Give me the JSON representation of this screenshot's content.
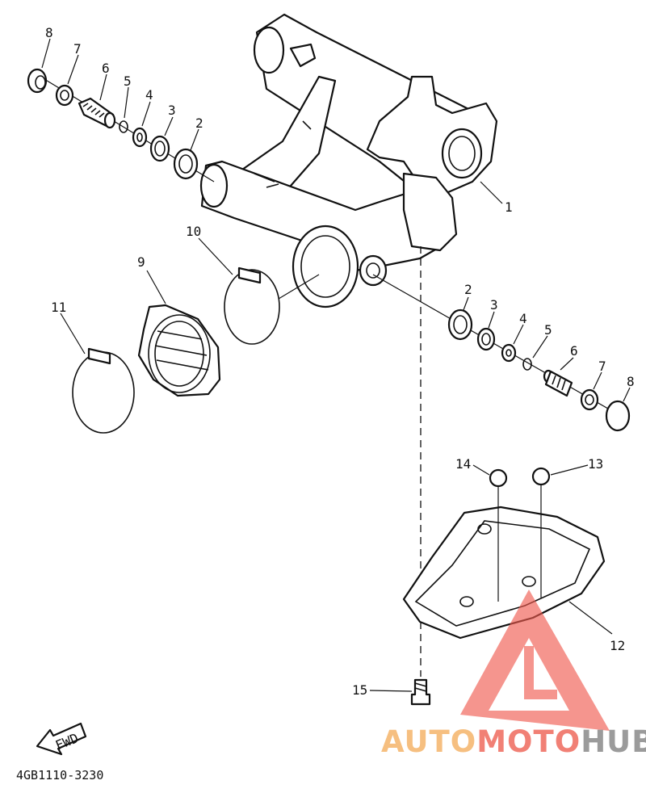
{
  "callouts": {
    "p1": "1",
    "p2_left": "2",
    "p3_left": "3",
    "p4_left": "4",
    "p5_left": "5",
    "p6_left": "6",
    "p7_left": "7",
    "p8_left": "8",
    "p2_right": "2",
    "p3_right": "3",
    "p4_right": "4",
    "p5_right": "5",
    "p6_right": "6",
    "p7_right": "7",
    "p8_right": "8",
    "p9": "9",
    "p10": "10",
    "p11": "11",
    "p12": "12",
    "p13": "13",
    "p14": "14",
    "p15": "15"
  },
  "fwd_label": "FWD",
  "drawing_code": "4GB1110-3230",
  "watermark": {
    "part_a": "AUTO",
    "part_b": "MOTO",
    "part_c": "HUB",
    "color_a": "#f5b56a",
    "color_b": "#ef6a5e",
    "color_c": "#8a8a8a",
    "triangle_color": "#ef5a4e"
  }
}
